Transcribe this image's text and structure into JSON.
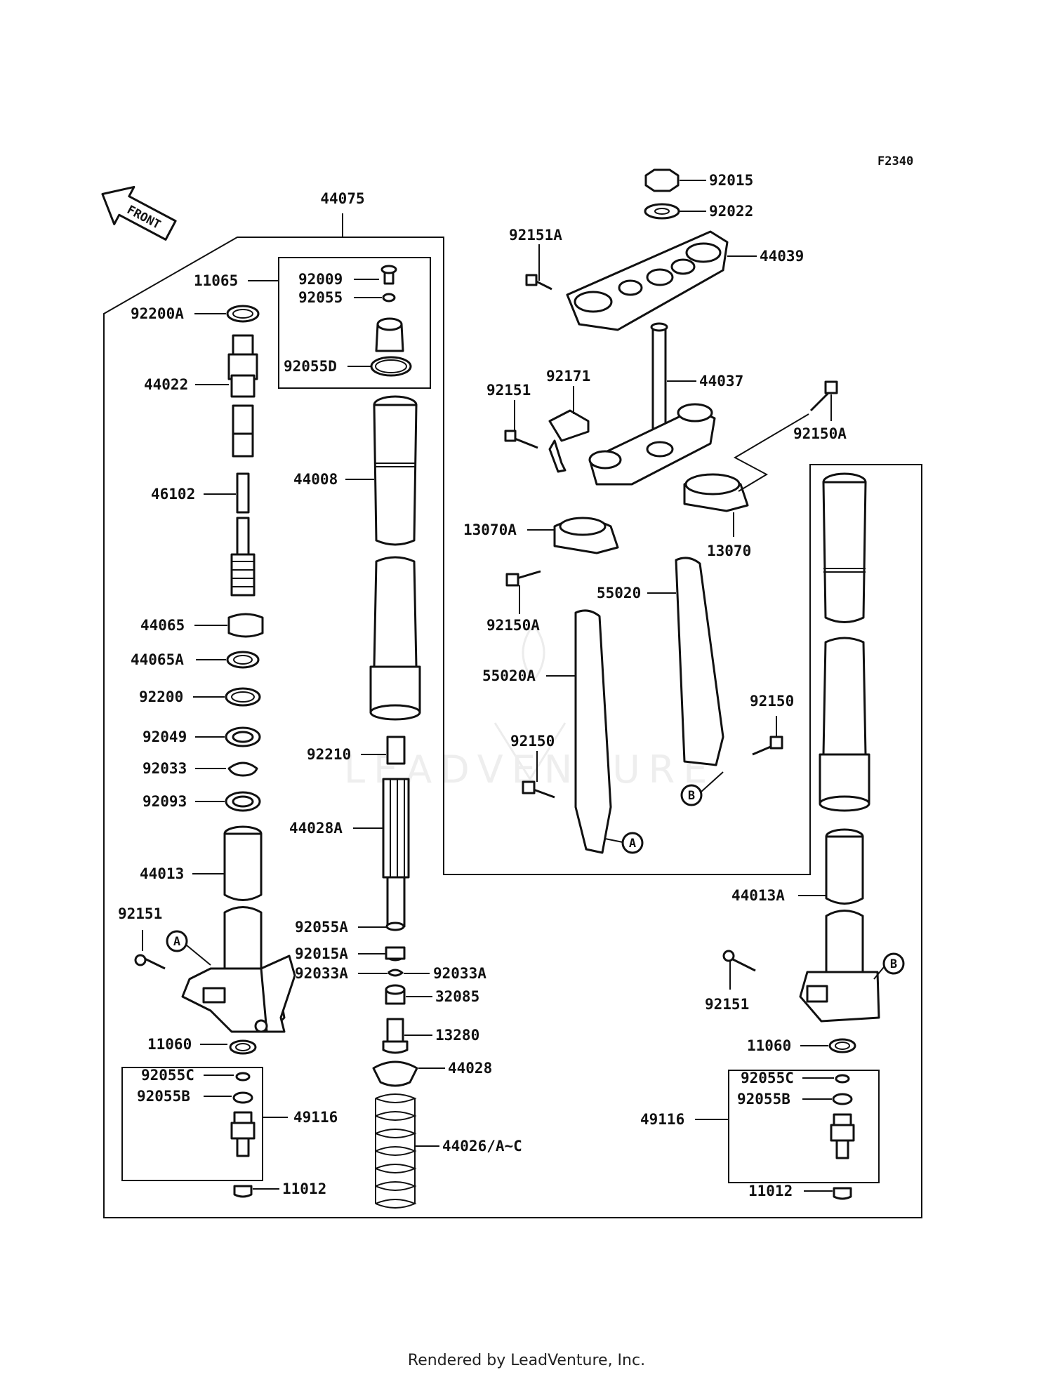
{
  "diagram_id": "F2340",
  "front_arrow_label": "FRONT",
  "footer": "Rendered by LeadVenture, Inc.",
  "callouts": {
    "a": "A",
    "b": "B"
  },
  "parts": {
    "p44075": "44075",
    "p11065": "11065",
    "p92009": "92009",
    "p92055": "92055",
    "p92055D": "92055D",
    "p92200A": "92200A",
    "p44022": "44022",
    "p46102": "46102",
    "p44065": "44065",
    "p44065A": "44065A",
    "p92200": "92200",
    "p92049": "92049",
    "p92033": "92033",
    "p92093": "92093",
    "p44013": "44013",
    "p92151_left": "92151",
    "p11060_left": "11060",
    "p92055C_left": "92055C",
    "p92055B_left": "92055B",
    "p49116_left": "49116",
    "p11012_left": "11012",
    "p44008": "44008",
    "p92210": "92210",
    "p44028A": "44028A",
    "p92055A": "92055A",
    "p92015A": "92015A",
    "p92033A_left": "92033A",
    "p92033A_right": "92033A",
    "p32085": "32085",
    "p13280": "13280",
    "p44028": "44028",
    "p44026": "44026/A~C",
    "p92015": "92015",
    "p92022": "92022",
    "p92151A": "92151A",
    "p44039": "44039",
    "p92151_top": "92151",
    "p92171": "92171",
    "p44037": "44037",
    "p92150A_top": "92150A",
    "p13070A": "13070A",
    "p13070": "13070",
    "p92150A_mid": "92150A",
    "p55020": "55020",
    "p55020A": "55020A",
    "p92150_right": "92150",
    "p92150_left": "92150",
    "p44013A": "44013A",
    "p92151_right": "92151",
    "p11060_right": "11060",
    "p92055C_right": "92055C",
    "p92055B_right": "92055B",
    "p49116_right": "49116",
    "p11012_right": "11012"
  }
}
